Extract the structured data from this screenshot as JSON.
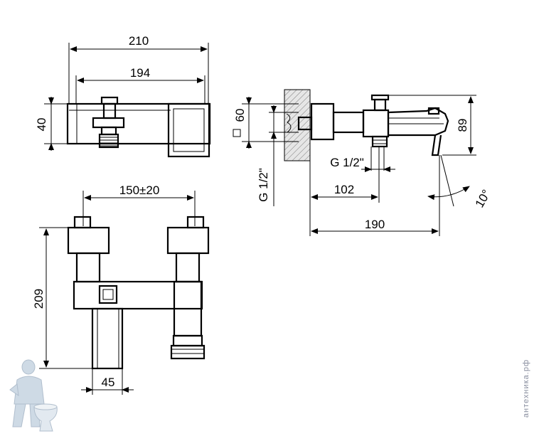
{
  "dimensions": {
    "top_width": "210",
    "top_inner": "194",
    "top_height": "40",
    "front_spacing": "150±20",
    "front_height": "209",
    "front_spout": "45",
    "side_wall": "60",
    "side_height": "89",
    "side_thread_vertical": "G 1/2\"",
    "side_thread_horizontal": "G 1/2\"",
    "side_depth": "102",
    "side_total": "190",
    "side_angle": "10°"
  },
  "watermark": {
    "text": "антехника.рф"
  },
  "colors": {
    "line": "#000000",
    "hatch": "#d9d9d9",
    "mascot": "#c9d6e3"
  }
}
